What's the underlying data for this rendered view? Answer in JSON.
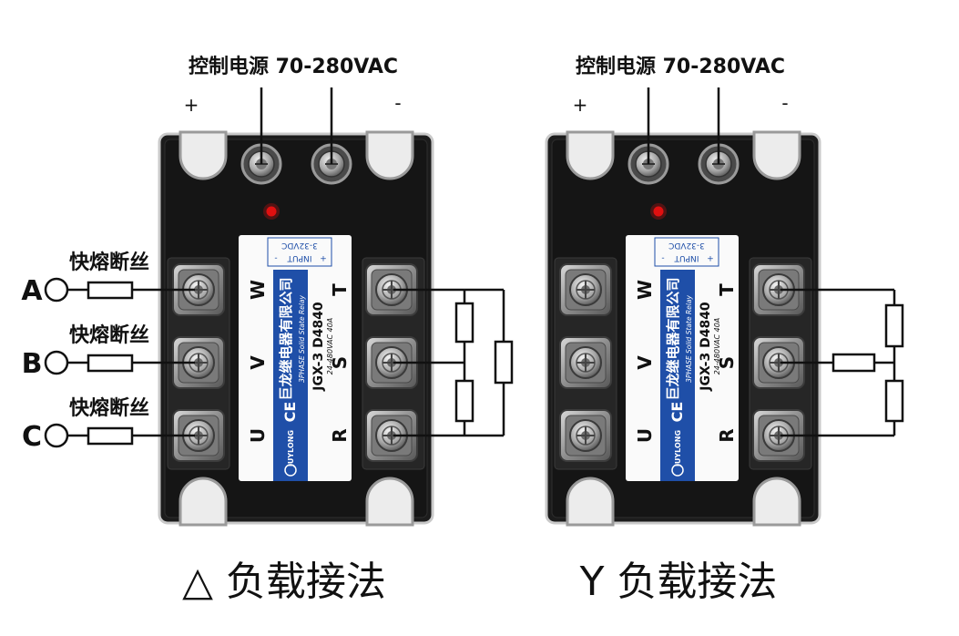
{
  "diagrams": [
    {
      "control_power": "控制电源 70-280VAC",
      "plus": "+",
      "minus": "-",
      "caption": "△ 负载接法"
    },
    {
      "control_power": "控制电源 70-280VAC",
      "plus": "+",
      "minus": "-",
      "caption": "Y 负载接法"
    }
  ],
  "line_inputs": [
    {
      "phase": "A",
      "fuse_label": "快熔断丝"
    },
    {
      "phase": "B",
      "fuse_label": "快熔断丝"
    },
    {
      "phase": "C",
      "fuse_label": "快熔断丝"
    }
  ],
  "relay_label": {
    "company": "巨龙继电器有限公司",
    "product_type": "3PHASE Solid State Relay",
    "model": "JGX-3 D4840",
    "rating": "24-480VAC 40A",
    "input": "INPUT",
    "input_range": "3-32VDC",
    "input_plus": "+",
    "input_minus": "-",
    "certification": "CE",
    "logo_text": "JUYLONG"
  },
  "terminals": {
    "line_side": [
      "W",
      "V",
      "U"
    ],
    "load_side": [
      "T",
      "S",
      "R"
    ]
  },
  "colors": {
    "label_blue": "#1f4fa8",
    "led_red": "#e01010",
    "relay_body": "#1c1c1c",
    "wire": "#111111"
  }
}
